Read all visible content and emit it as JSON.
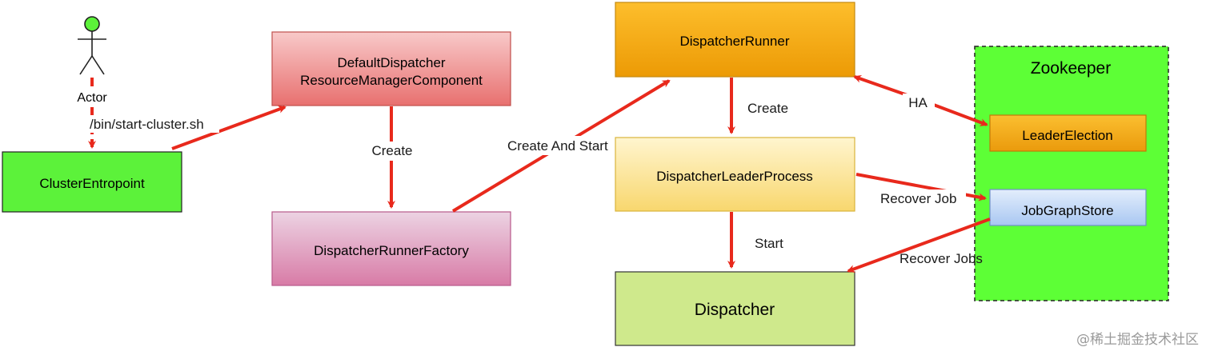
{
  "actor": {
    "label": "Actor"
  },
  "nodes": {
    "cluster_entrypoint": "ClusterEntropoint",
    "default_dispatcher_line1": "DefaultDispatcher",
    "default_dispatcher_line2": "ResourceManagerComponent",
    "dispatcher_runner_factory": "DispatcherRunnerFactory",
    "dispatcher_runner": "DispatcherRunner",
    "dispatcher_leader_process": "DispatcherLeaderProcess",
    "dispatcher": "Dispatcher",
    "zookeeper": "Zookeeper",
    "leader_election": "LeaderElection",
    "job_graph_store": "JobGraphStore"
  },
  "edges": {
    "start_cluster": "/bin/start-cluster.sh",
    "create_factory": "Create",
    "create_and_start": "Create And Start",
    "create_leader": "Create",
    "start_dispatcher": "Start",
    "ha": "HA",
    "recover_job": "Recover Job",
    "recover_jobs": "Recover Jobs"
  },
  "watermark": "@稀土掘金技术社区",
  "colors": {
    "arrow": "#e8291c",
    "cluster_fill": "#5cf23a",
    "zookeeper_fill": "#5dff36",
    "leader_election_fill": "#f4a81a",
    "job_graph_store_fill": "#c7dcf8",
    "dispatcher_fill": "#cfe98c"
  }
}
